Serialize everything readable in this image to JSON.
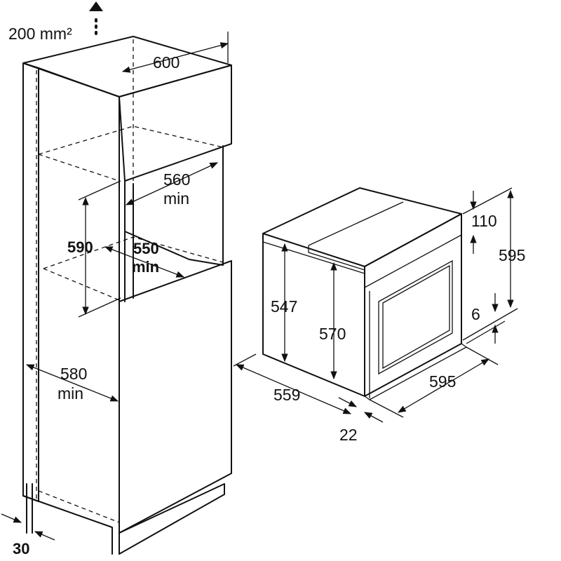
{
  "ventilation": {
    "value": "200 mm²"
  },
  "cabinet": {
    "width": "600",
    "niche_width": {
      "value": "560",
      "unit": "min"
    },
    "niche_height": "590",
    "niche_depth": {
      "value": "550",
      "unit": "min"
    },
    "depth": {
      "value": "580",
      "unit": "min"
    },
    "gap": "30"
  },
  "oven": {
    "height_547": "547",
    "height_570": "570",
    "top_110": "110",
    "height_595": "595",
    "bottom_6": "6",
    "depth_559": "559",
    "width_595": "595",
    "front_22": "22"
  }
}
